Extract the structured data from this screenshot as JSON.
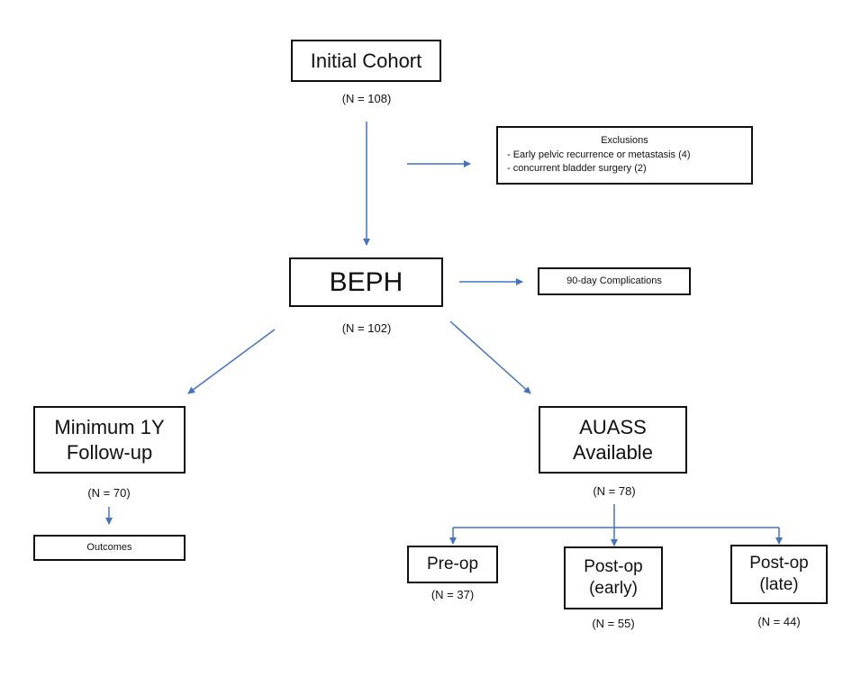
{
  "colors": {
    "arrow": "#4472C4",
    "box_border": "#111111"
  },
  "nodes": {
    "initial": {
      "label": "Initial Cohort",
      "n": "(N = 108)"
    },
    "exclusions": {
      "title": "Exclusions",
      "items": [
        "- Early pelvic recurrence or metastasis (4)",
        "- concurrent bladder surgery (2)"
      ]
    },
    "beph": {
      "label": "BEPH",
      "n": "(N = 102)"
    },
    "complications": {
      "label": "90-day Complications"
    },
    "followup": {
      "line1": "Minimum 1Y",
      "line2": "Follow-up",
      "n": "(N = 70)"
    },
    "outcomes": {
      "label": "Outcomes"
    },
    "auass": {
      "line1": "AUASS",
      "line2": "Available",
      "n": "(N = 78)"
    },
    "preop": {
      "label": "Pre-op",
      "n": "(N = 37)"
    },
    "postop_early": {
      "line1": "Post-op",
      "line2": "(early)",
      "n": "(N = 55)"
    },
    "postop_late": {
      "line1": "Post-op",
      "line2": "(late)",
      "n": "(N = 44)"
    }
  }
}
